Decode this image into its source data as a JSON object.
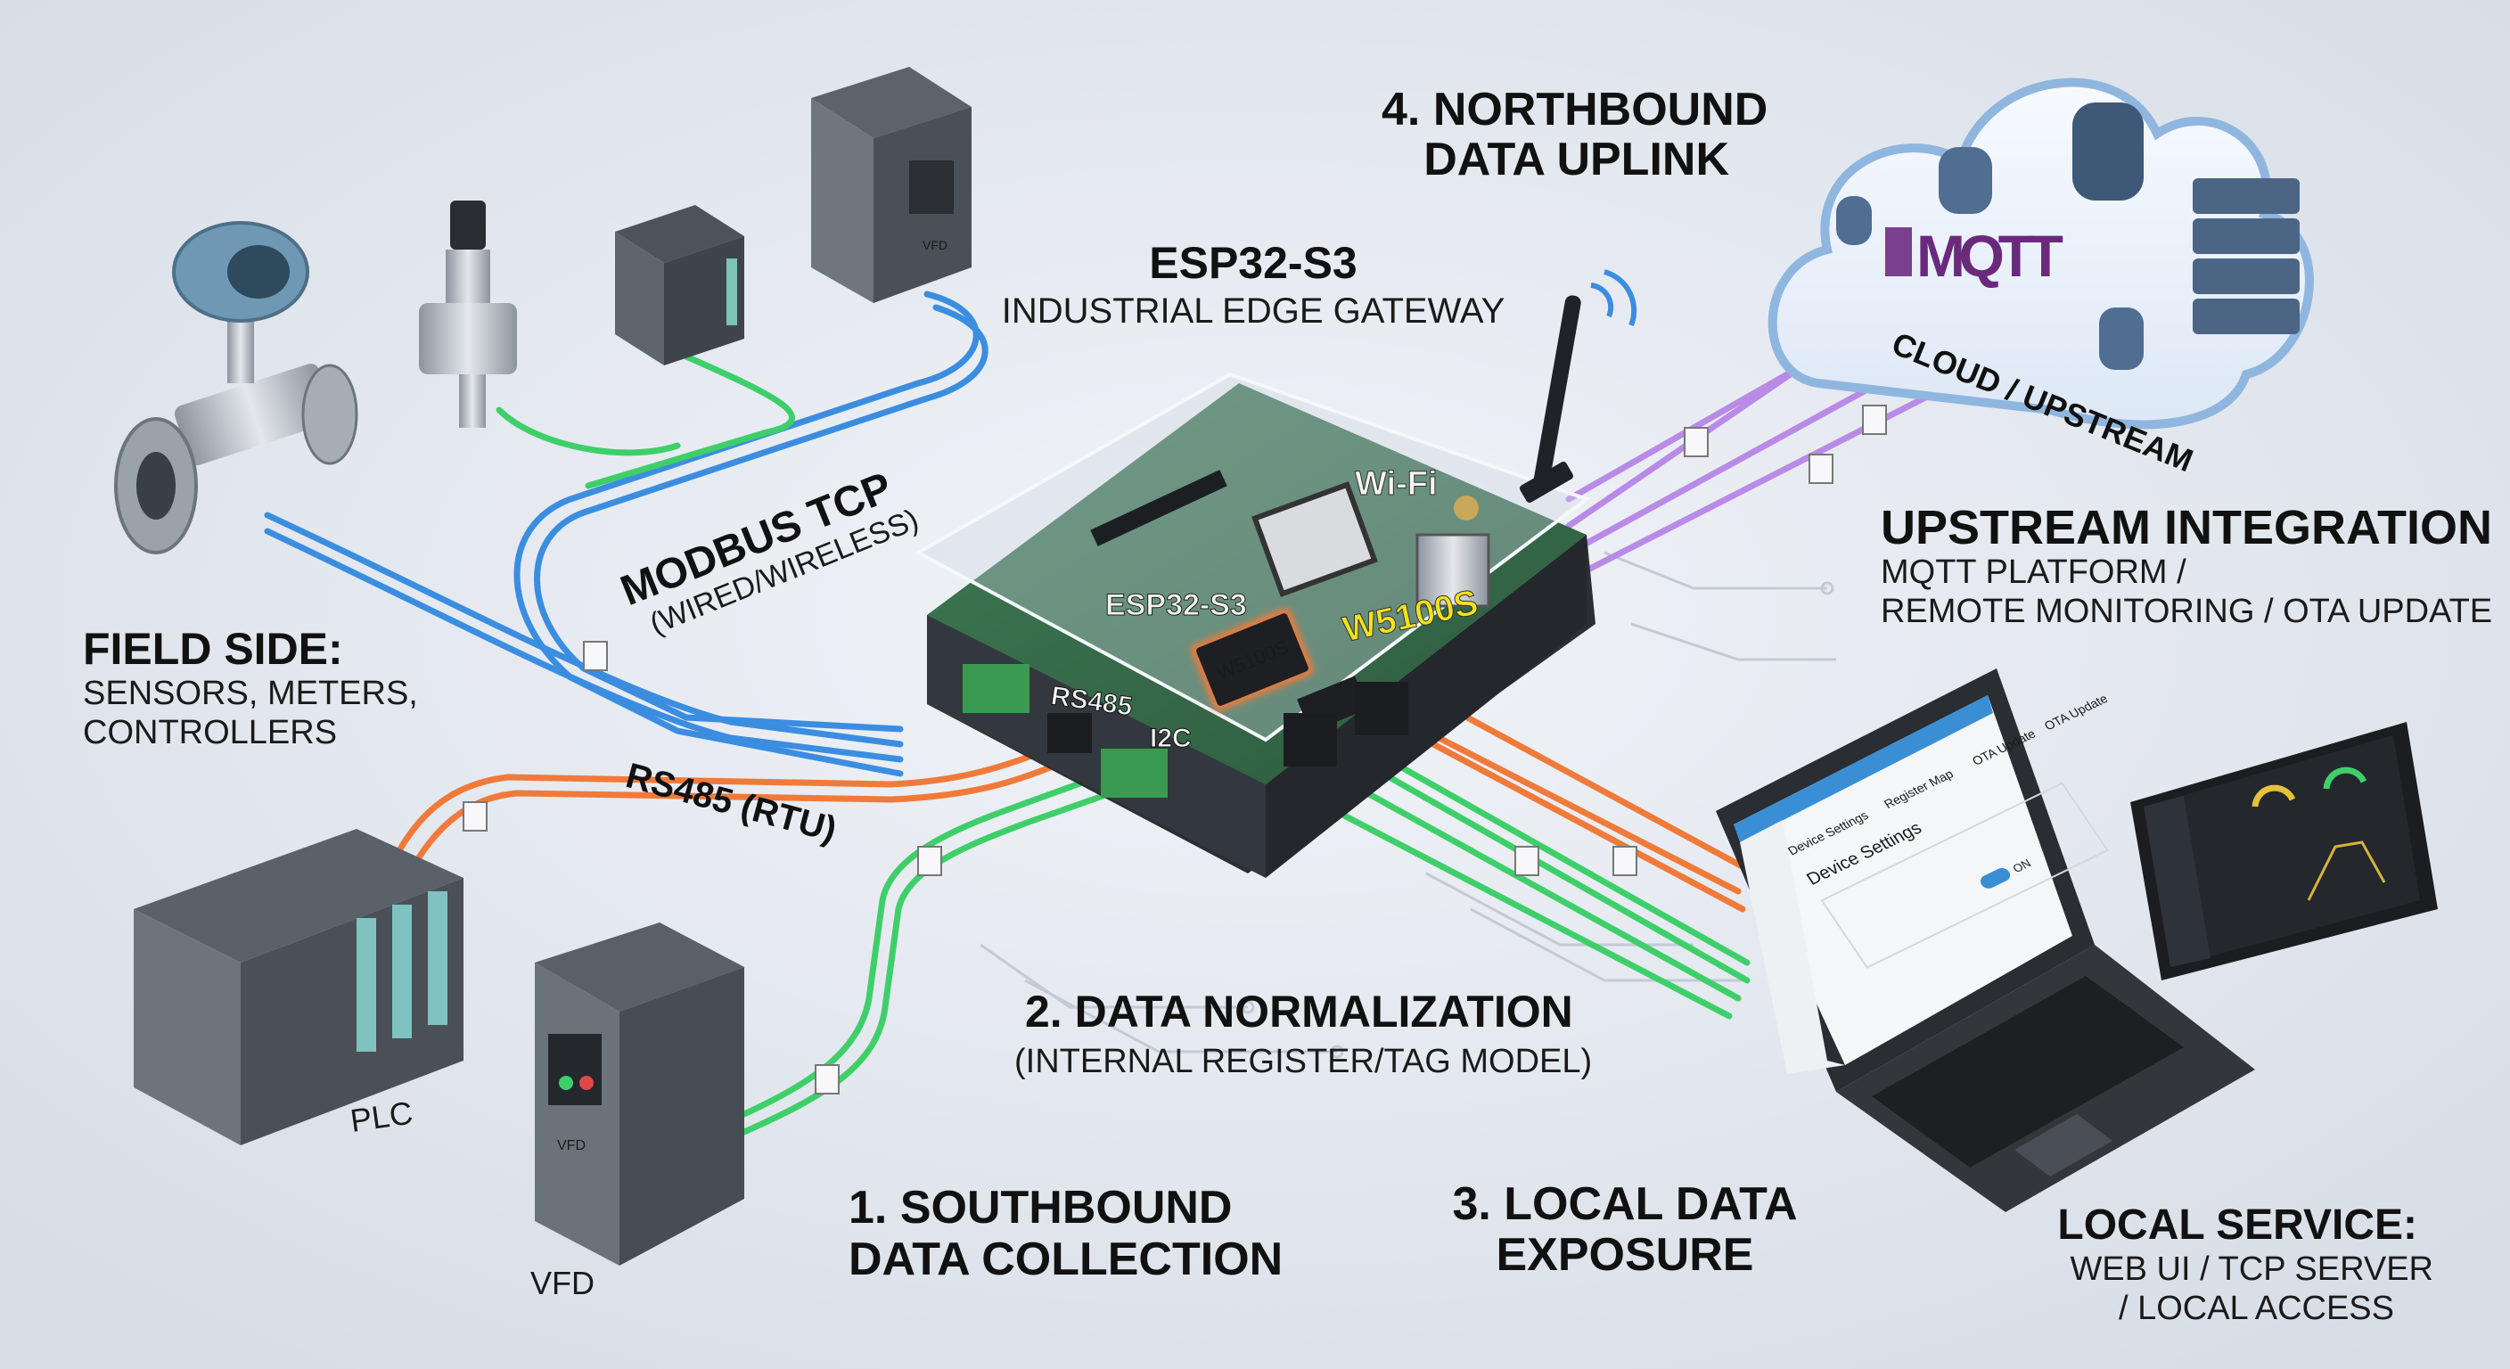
{
  "colors": {
    "background": "#e3e8ef",
    "modbus_tcp_cable": "#3b8de0",
    "rs485_cable": "#f07a3a",
    "io_cable": "#3fcf6a",
    "uplink_cable": "#b98ae6",
    "mqtt_brand": "#6a2a7c",
    "w5100s_label": "#f2e21c"
  },
  "title": {
    "main": "ESP32-S3",
    "sub": "INDUSTRIAL EDGE GATEWAY"
  },
  "steps": {
    "southbound": {
      "line1": "1. SOUTHBOUND",
      "line2": "DATA COLLECTION"
    },
    "normalization": {
      "line1": "2. DATA NORMALIZATION",
      "line2": "(INTERNAL REGISTER/TAG MODEL)"
    },
    "local": {
      "line1": "3. LOCAL DATA",
      "line2": "EXPOSURE"
    },
    "northbound": {
      "line1": "4. NORTHBOUND",
      "line2": "DATA UPLINK"
    }
  },
  "field_side": {
    "title": "FIELD SIDE:",
    "line1": "SENSORS, METERS,",
    "line2": "CONTROLLERS"
  },
  "links": {
    "modbus_tcp": "MODBUS TCP",
    "modbus_tcp_sub": "(WIRED/WIRELESS)",
    "rs485_rtu": "RS485 (RTU)"
  },
  "devices": {
    "plc": "PLC",
    "vfd": "VFD",
    "vfd_panel_label": "VFD"
  },
  "gateway": {
    "wifi": "Wi-Fi",
    "mcu": "ESP32-S3",
    "eth_chip": "W5100S",
    "eth_label": "W5100S",
    "port_rs485": "RS485",
    "port_i2c": "I2C"
  },
  "cloud": {
    "brand": "MQTT",
    "label": "CLOUD / UPSTREAM"
  },
  "upstream": {
    "title": "UPSTREAM INTEGRATION",
    "line1": "MQTT PLATFORM /",
    "line2": "REMOTE MONITORING / OTA UPDATE"
  },
  "local_service": {
    "title": "LOCAL SERVICE:",
    "line1": "WEB UI / TCP SERVER",
    "line2": "/ LOCAL ACCESS"
  },
  "laptop_ui": {
    "tabs": [
      "Device Settings",
      "Register Map",
      "OTA Update",
      "OTA Update"
    ],
    "heading": "Device Settings",
    "toggle_label": "ON"
  }
}
